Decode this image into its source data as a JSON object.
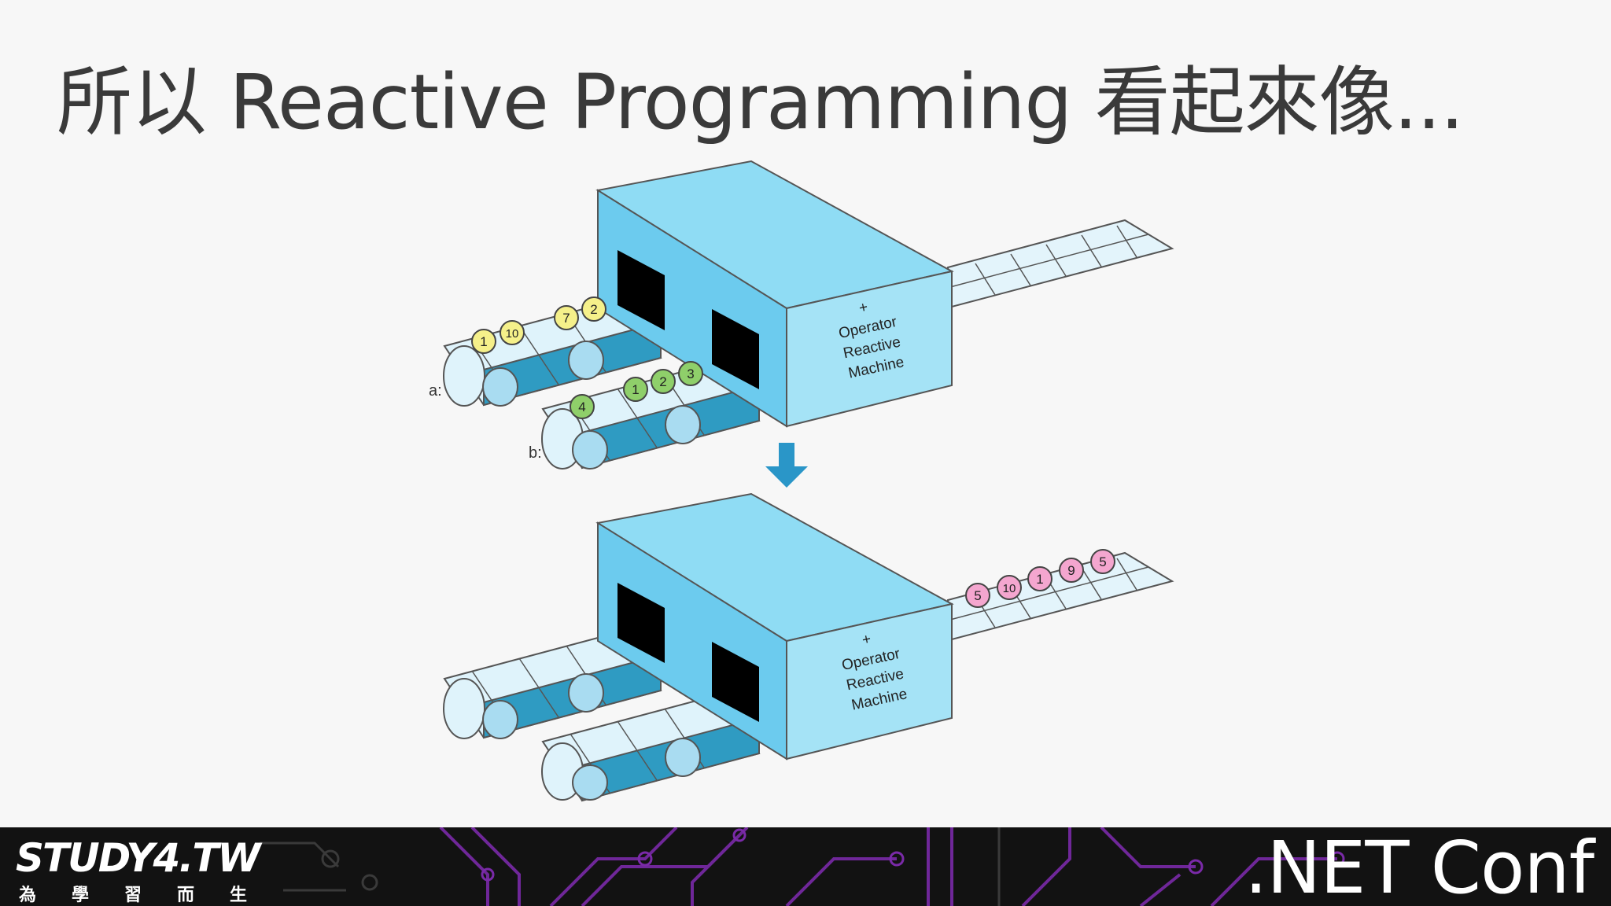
{
  "slide": {
    "title": "所以 Reactive Programming 看起來像..."
  },
  "diagram": {
    "top_machine": {
      "lines": [
        "+",
        "Operator",
        "Reactive",
        "Machine"
      ]
    },
    "bottom_machine": {
      "lines": [
        "+",
        "Operator",
        "Reactive",
        "Machine"
      ]
    },
    "input_a": {
      "label": "a:",
      "marbles": [
        "1",
        "10",
        "7",
        "2"
      ]
    },
    "input_b": {
      "label": "b:",
      "marbles": [
        "4",
        "1",
        "2",
        "3"
      ]
    },
    "output": {
      "marbles": [
        "5",
        "10",
        "1",
        "9",
        "5"
      ]
    },
    "colors": {
      "machine_top": "#8fdcf4",
      "machine_front": "#6ccbee",
      "machine_side": "#a5e3f6",
      "belt_dark": "#2f9bc2",
      "belt_light": "#dff3fb",
      "arrow": "#2a96c8",
      "marble_a": "#f5f08a",
      "marble_b": "#8fcf6a",
      "marble_out": "#f4a6cf"
    }
  },
  "footer": {
    "logo": "STUDY4.TW",
    "logo_sub": [
      "為",
      "學",
      "習",
      "而",
      "生"
    ],
    "conference": ".NET Conf",
    "accent": "#7a2aa8"
  }
}
